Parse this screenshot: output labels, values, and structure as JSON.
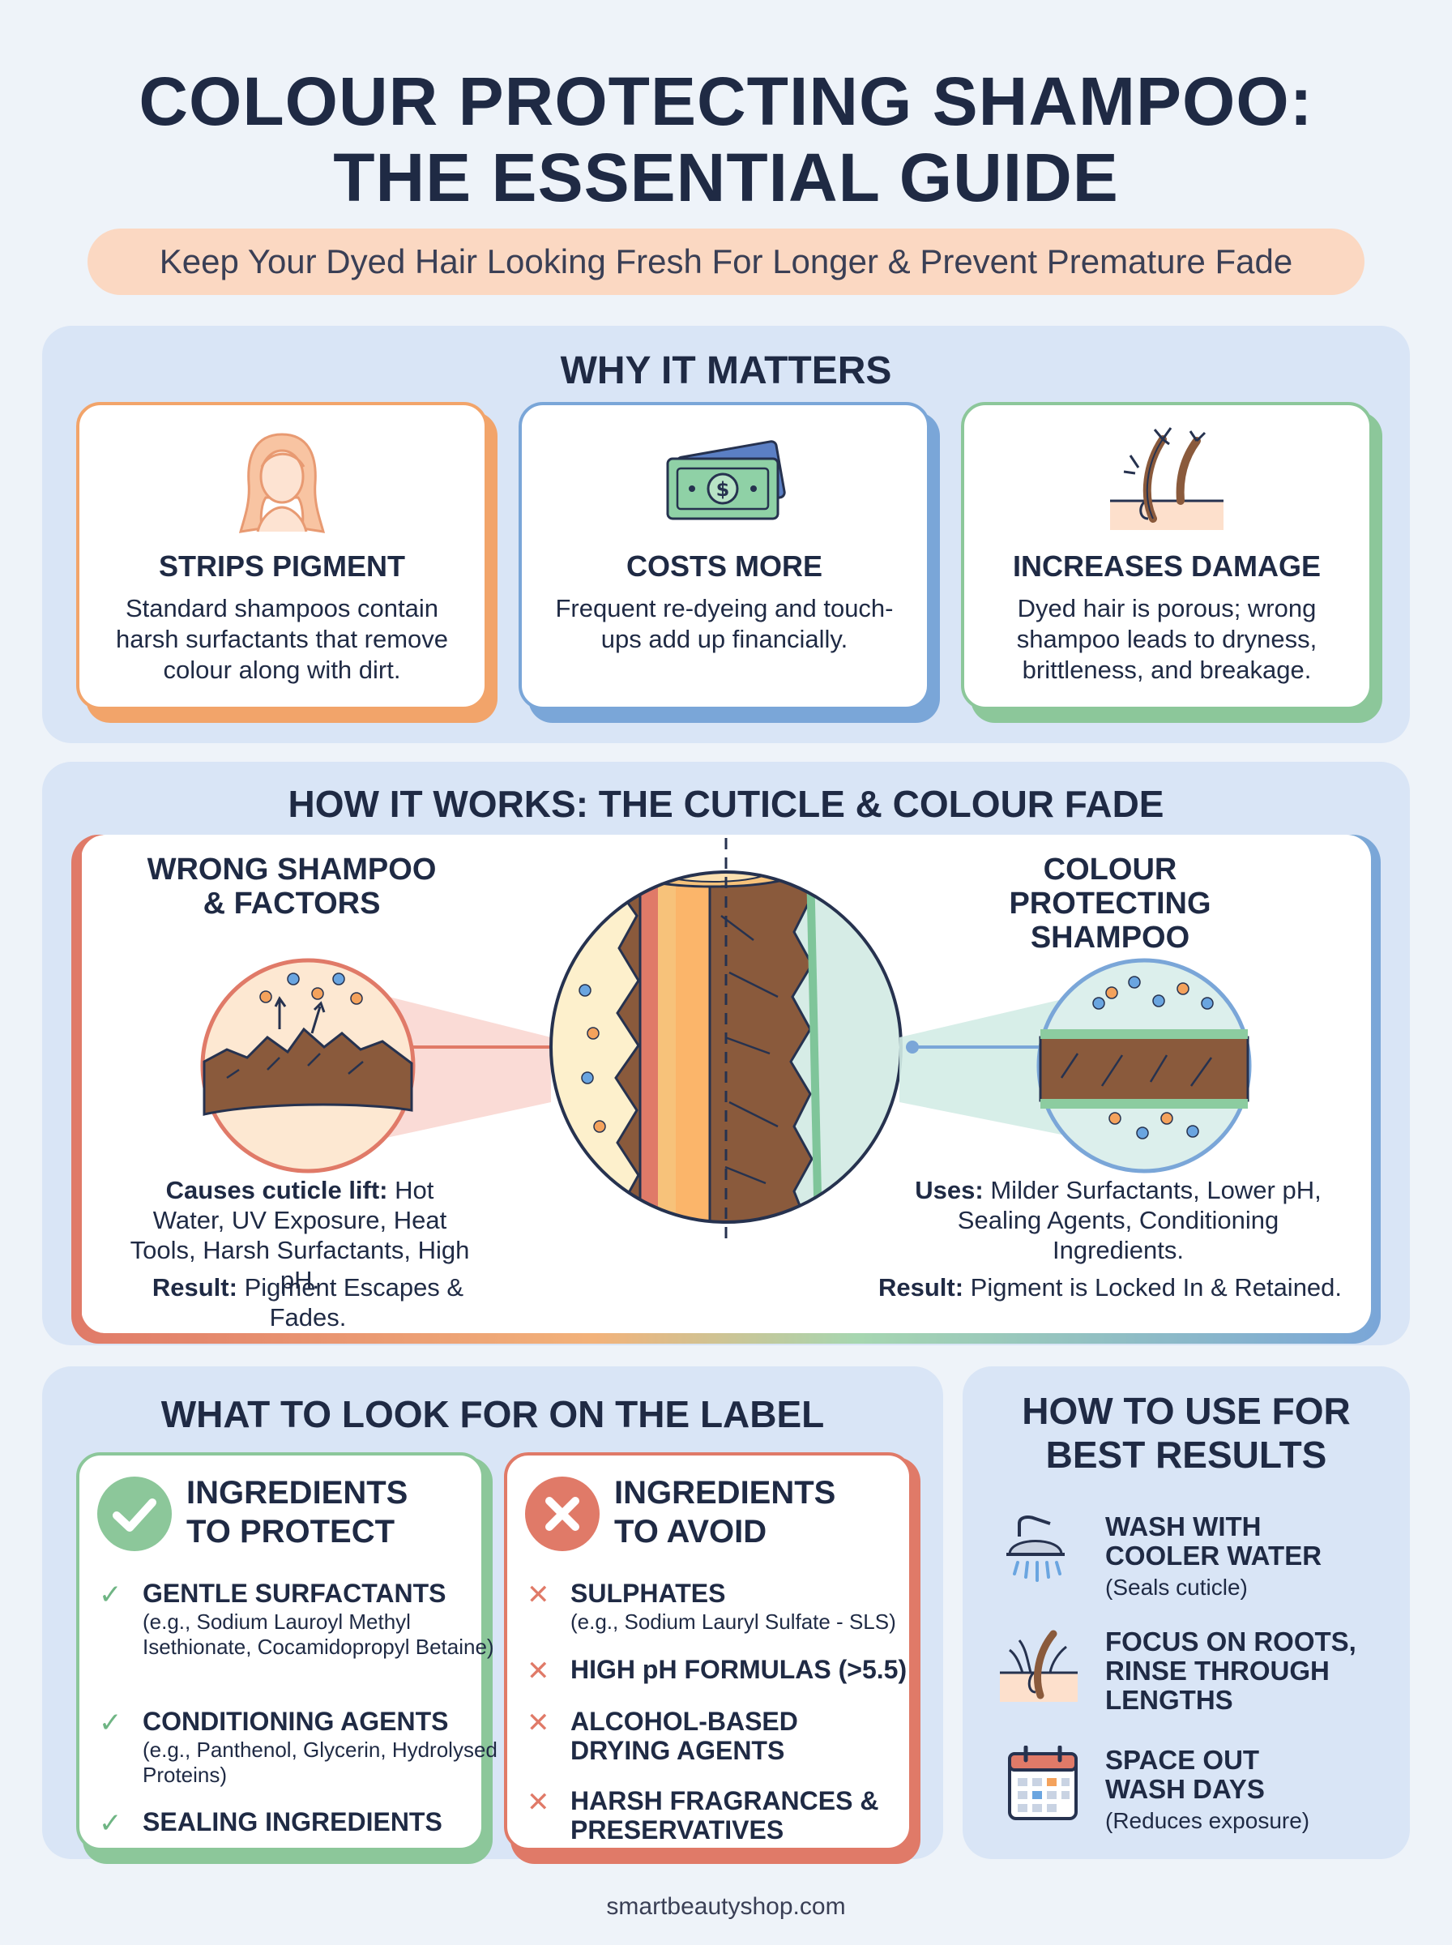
{
  "header": {
    "title_line1": "COLOUR PROTECTING SHAMPOO:",
    "title_line2": "THE ESSENTIAL GUIDE",
    "subtitle": "Keep Your Dyed Hair Looking Fresh For Longer & Prevent Premature Fade"
  },
  "why": {
    "title": "WHY IT MATTERS",
    "cards": [
      {
        "title": "STRIPS PIGMENT",
        "text": "Standard shampoos contain harsh surfactants that remove colour along with dirt.",
        "icon": "woman-hair-icon",
        "color": "#f2a46a"
      },
      {
        "title": "COSTS MORE",
        "text": "Frequent re-dyeing and touch-ups add up financially.",
        "icon": "money-icon",
        "color": "#7aa6d8"
      },
      {
        "title": "INCREASES DAMAGE",
        "text": "Dyed hair is porous; wrong shampoo leads to dryness, brittleness, and breakage.",
        "icon": "damaged-hair-icon",
        "color": "#8cc79a"
      }
    ]
  },
  "works": {
    "title": "HOW IT WORKS: THE CUTICLE & COLOUR FADE",
    "left": {
      "title_line1": "WRONG SHAMPOO",
      "title_line2": "& FACTORS",
      "cause_label": "Causes cuticle lift:",
      "cause_text": "Hot Water, UV Exposure, Heat Tools, Harsh Surfactants, High pH.",
      "result_label": "Result:",
      "result_text": "Pigment Escapes & Fades."
    },
    "right": {
      "title_line1": "COLOUR PROTECTING",
      "title_line2": "SHAMPOO",
      "uses_label": "Uses:",
      "uses_text": "Milder Surfactants, Lower pH, Sealing Agents, Conditioning Ingredients.",
      "result_label": "Result:",
      "result_text": "Pigment is Locked In & Retained."
    }
  },
  "label": {
    "title": "WHAT TO LOOK FOR ON THE LABEL",
    "protect": {
      "title_line1": "INGREDIENTS",
      "title_line2": "TO PROTECT",
      "items": [
        {
          "name": "GENTLE SURFACTANTS",
          "eg": "(e.g., Sodium Lauroyl Methyl Isethionate, Cocamidopropyl Betaine)"
        },
        {
          "name": "CONDITIONING AGENTS",
          "eg": "(e.g., Panthenol, Glycerin, Hydrolysed Proteins)"
        },
        {
          "name": "SEALING INGREDIENTS",
          "eg": ""
        }
      ]
    },
    "avoid": {
      "title_line1": "INGREDIENTS",
      "title_line2": "TO AVOID",
      "items": [
        {
          "name": "SULPHATES",
          "eg": "(e.g., Sodium Lauryl Sulfate - SLS)"
        },
        {
          "name": "HIGH pH FORMULAS (>5.5)",
          "eg": ""
        },
        {
          "name": "ALCOHOL-BASED DRYING AGENTS",
          "eg": ""
        },
        {
          "name": "HARSH FRAGRANCES & PRESERVATIVES",
          "eg": ""
        }
      ]
    }
  },
  "usage": {
    "title_line1": "HOW TO USE FOR",
    "title_line2": "BEST RESULTS",
    "items": [
      {
        "title_line1": "WASH WITH",
        "title_line2": "COOLER WATER",
        "title_line3": "",
        "sub": "(Seals cuticle)",
        "icon": "shower-icon"
      },
      {
        "title_line1": "FOCUS ON ROOTS,",
        "title_line2": "RINSE THROUGH",
        "title_line3": "LENGTHS",
        "sub": "",
        "icon": "hair-root-icon"
      },
      {
        "title_line1": "SPACE OUT",
        "title_line2": "WASH DAYS",
        "title_line3": "",
        "sub": "(Reduces exposure)",
        "icon": "calendar-icon"
      }
    ]
  },
  "footer": {
    "site": "smartbeautyshop.com"
  },
  "colors": {
    "orange": "#f2a46a",
    "blue": "#7aa6d8",
    "green": "#8cc79a",
    "red": "#e07a68",
    "navy": "#1f2a44"
  }
}
